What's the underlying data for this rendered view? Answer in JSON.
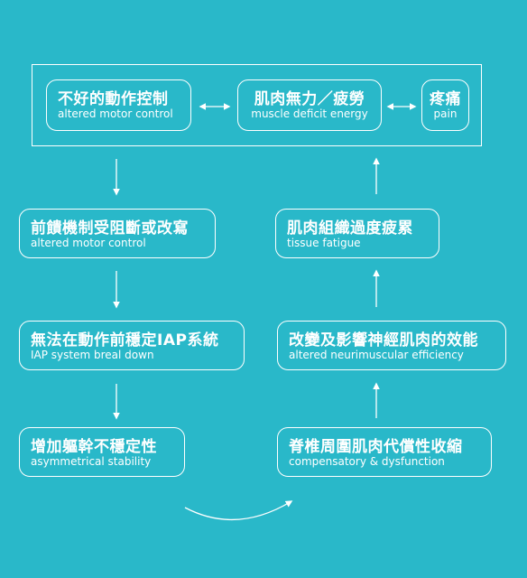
{
  "top_group": {
    "items": [
      {
        "zh": "不好的動作控制",
        "en": "altered motor control"
      },
      {
        "zh": "肌肉無力／疲勞",
        "en": "muscle deficit energy"
      },
      {
        "zh": "疼痛",
        "en": "pain"
      }
    ]
  },
  "left_column": [
    {
      "zh": "前饋機制受阻斷或改寫",
      "en": "altered motor control"
    },
    {
      "zh": "無法在動作前穩定IAP系統",
      "en": "IAP system breal down"
    },
    {
      "zh": "增加軀幹不穩定性",
      "en": "asymmetrical stability"
    }
  ],
  "right_column": [
    {
      "zh": "肌肉組織過度疲累",
      "en": "tissue fatigue"
    },
    {
      "zh": "改變及影響神經肌肉的效能",
      "en": "altered neurimuscular efficiency"
    },
    {
      "zh": "脊椎周圍肌肉代償性收縮",
      "en": "compensatory & dysfunction"
    }
  ],
  "colors": {
    "background": "#29b8c9",
    "foreground": "#ffffff"
  }
}
